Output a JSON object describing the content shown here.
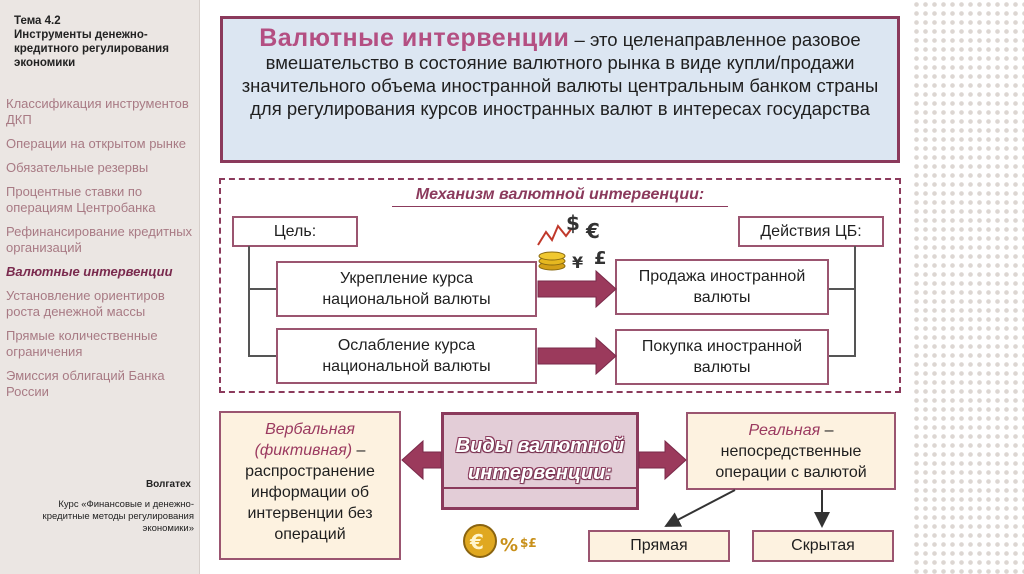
{
  "sidebar": {
    "topic": "Тема 4.2\nИнструменты денежно-кредитного регулирования экономики",
    "items": [
      {
        "label": "Классификация инструментов ДКП"
      },
      {
        "label": "Операции на открытом рынке"
      },
      {
        "label": "Обязательные резервы"
      },
      {
        "label": "Процентные ставки по операциям Центробанка"
      },
      {
        "label": "Рефинансирование кредитных организаций"
      },
      {
        "label": "Валютные интервенции"
      },
      {
        "label": "Установление ориентиров роста денежной массы"
      },
      {
        "label": "Прямые количественные ограничения"
      },
      {
        "label": "Эмиссия облигаций Банка России"
      }
    ],
    "active_index": 5,
    "org": "Волгатех",
    "course": "Курс «Финансовые и денежно-кредитные методы регулирования экономики»"
  },
  "definition": {
    "title": "Валютные интервенции",
    "text_first": " – это целенаправленное",
    "text_rest": "разовое вмешательство в состояние валютного рынка в виде купли/продажи значительного объема иностранной валюты центральным банком страны для регулирования курсов иностранных валют в интересах государства"
  },
  "mechanism": {
    "title": "Механизм валютной интервенции:",
    "goal_label": "Цель:",
    "actions_label": "Действия ЦБ:",
    "goal_1": "Укрепление курса национальной валюты",
    "goal_2": "Ослабление курса национальной валюты",
    "action_1": "Продажа иностранной валюты",
    "action_2": "Покупка иностранной валюты"
  },
  "types": {
    "title": "Виды валютной интервенции:",
    "verbal_title": "Вербальная (фиктивная)",
    "verbal_dash": " –",
    "verbal_text": "распространение информации об интервенции без операций",
    "real_title": "Реальная",
    "real_dash": " –",
    "real_text": "непосредственные операции с валютой",
    "direct": "Прямая",
    "hidden": "Скрытая"
  },
  "icons": {
    "currency_cluster": "currency-symbols-icon",
    "euro_percent": "euro-percent-icon"
  },
  "colors": {
    "accent": "#8b3a5c",
    "title_pink": "#b44f82",
    "def_bg": "#dce6f2",
    "types_bg": "#e3cdd7",
    "side_bg": "#fdf2e0"
  }
}
